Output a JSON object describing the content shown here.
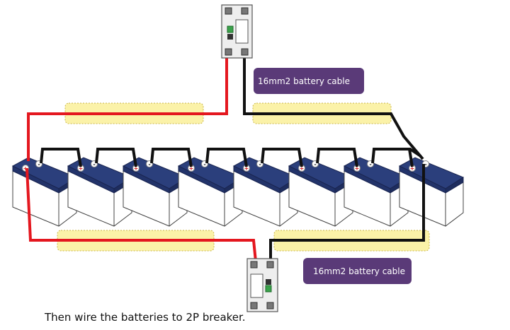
{
  "caption": "Then wire the batteries to 2P breaker.",
  "callouts": {
    "top": "16mm2 battery cable",
    "bottom": "16mm2 battery cable"
  },
  "battery_count": 8,
  "terminals": {
    "positive": "+",
    "negative": "-"
  },
  "colors": {
    "positive_wire": "#e4171f",
    "negative_wire": "#111111",
    "battery_top": "#2b3f7c",
    "cable_sleeve": "#fbf2a8",
    "callout": "#5a3a78",
    "breaker_switch": "#3aa14a"
  }
}
